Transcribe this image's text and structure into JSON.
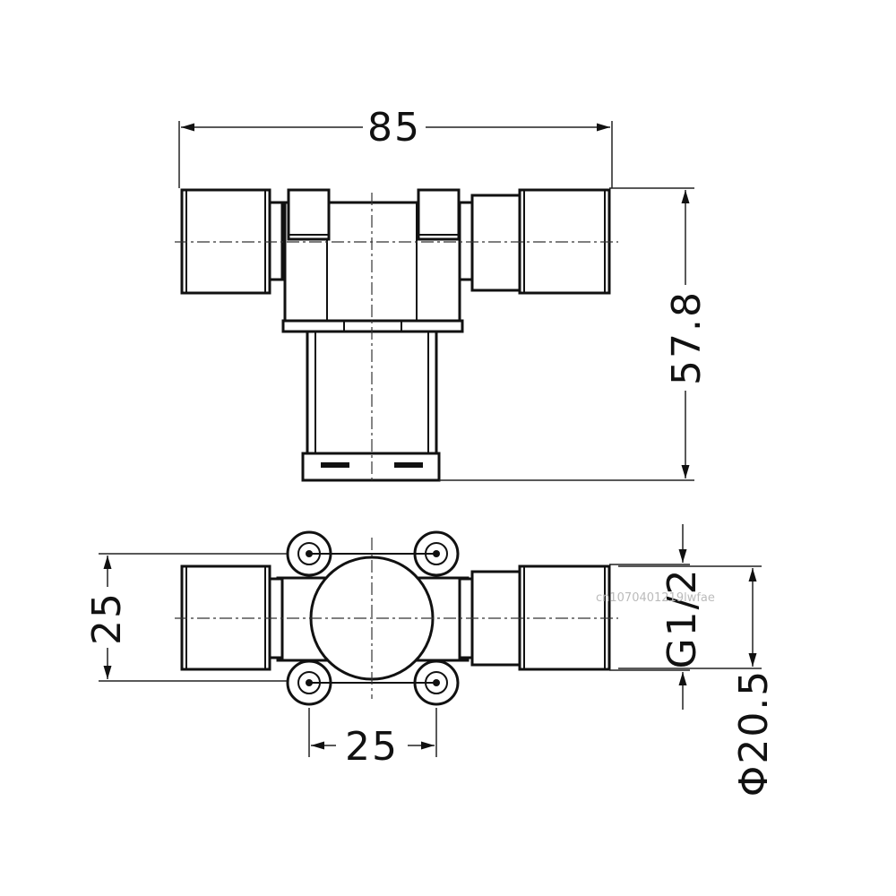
{
  "dimensions": {
    "overall_width": "85",
    "overall_height": "57.8",
    "body_width": "25",
    "bolt_spacing": "25",
    "thread_size": "G1/2",
    "outer_diameter": "Φ20.5"
  },
  "watermark": "cn1070401219lwfae"
}
